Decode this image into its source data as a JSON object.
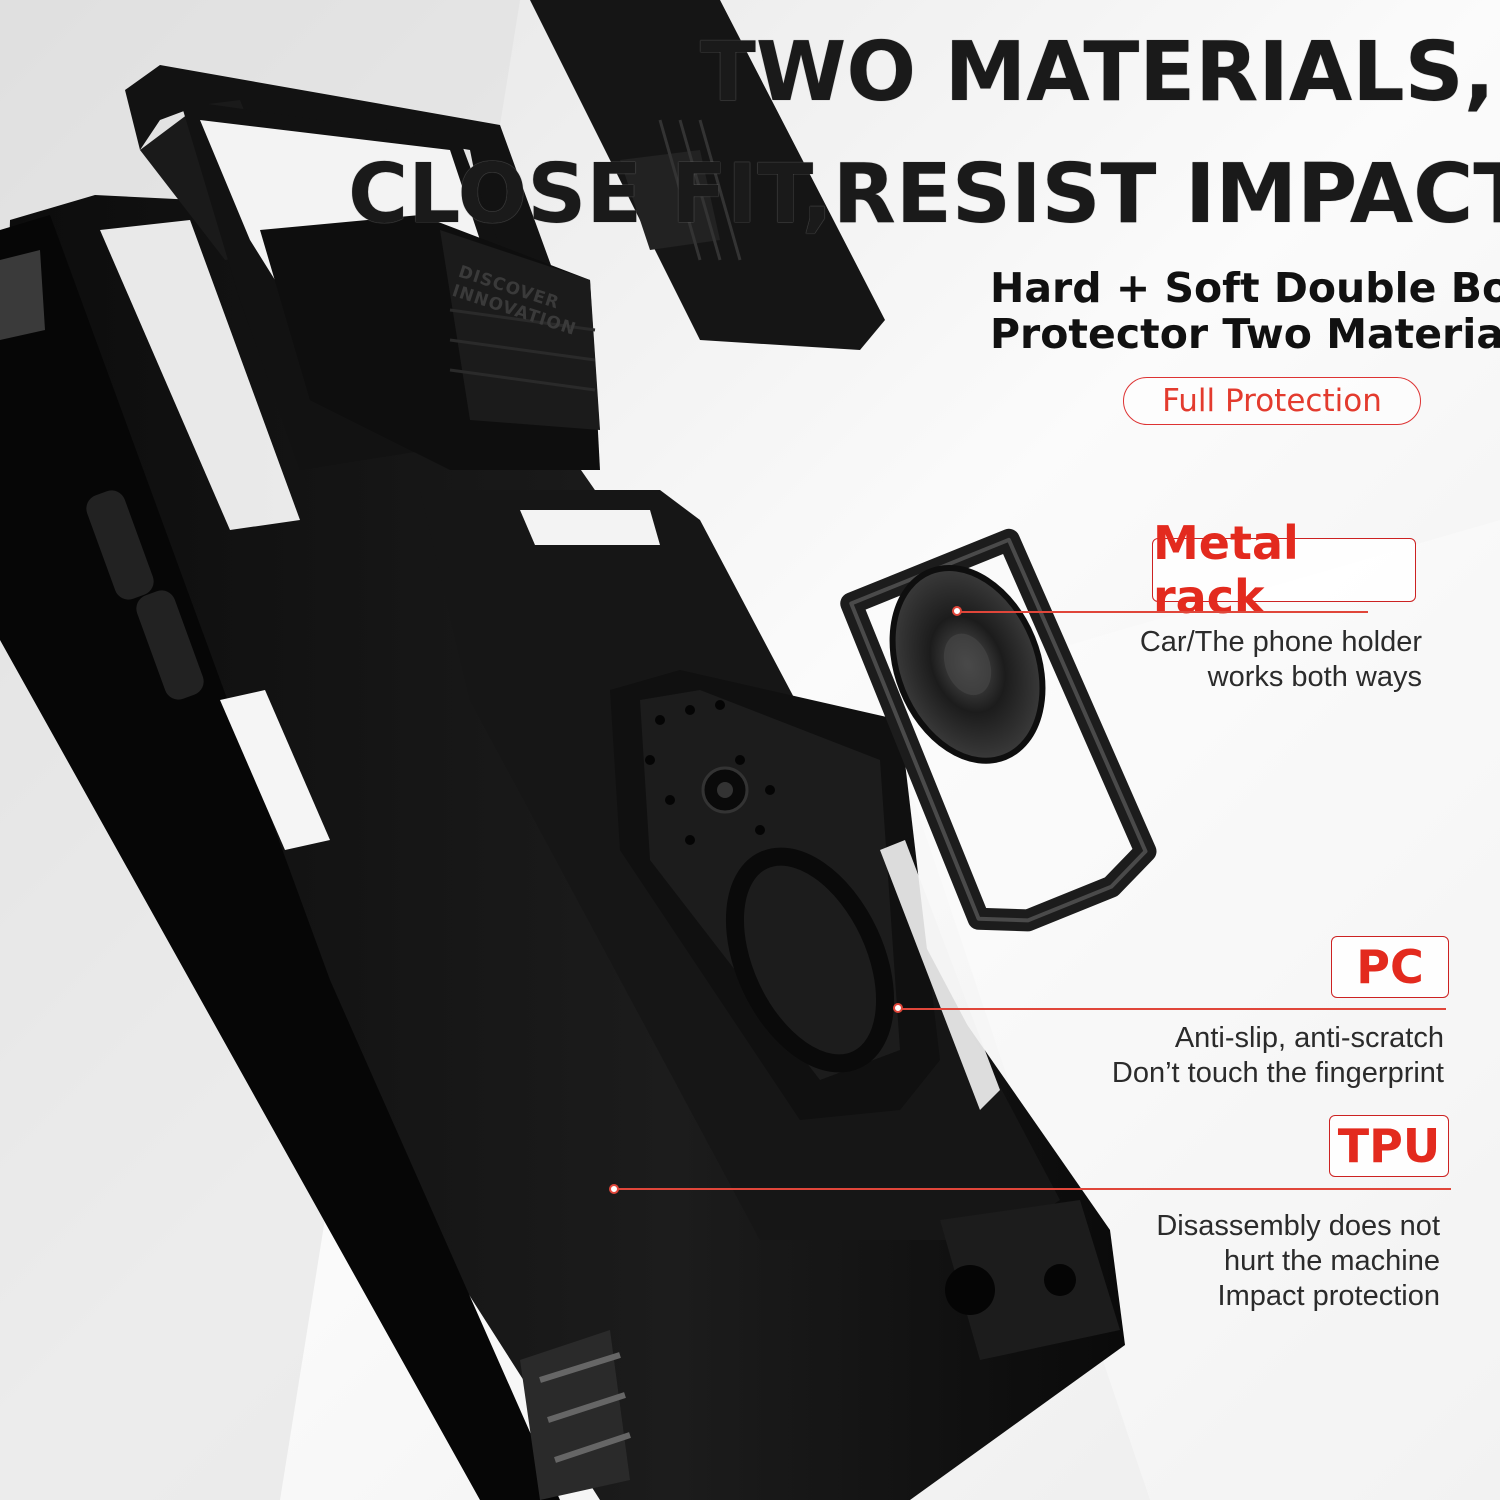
{
  "headline": {
    "line1": "TWO MATERIALS,",
    "line2": "CLOSE FIT,RESIST IMPACT"
  },
  "subheading": {
    "line1": "Hard + Soft Double Body",
    "line2": "Protector Two Materials"
  },
  "badge": "Full Protection",
  "case_emboss": {
    "line1": "DISCOVER",
    "line2": "INNOVATION"
  },
  "callouts": [
    {
      "title": "Metal rack",
      "lines": [
        "Car/The phone holder",
        "works both ways"
      ]
    },
    {
      "title": "PC",
      "lines": [
        "Anti-slip, anti-scratch",
        "Don’t touch the fingerprint"
      ]
    },
    {
      "title": "TPU",
      "lines": [
        "Disassembly does not",
        "hurt the machine",
        "Impact protection"
      ]
    }
  ],
  "colors": {
    "accent": "#e0463a",
    "case": "#141414",
    "background": "#f3f3f3"
  }
}
